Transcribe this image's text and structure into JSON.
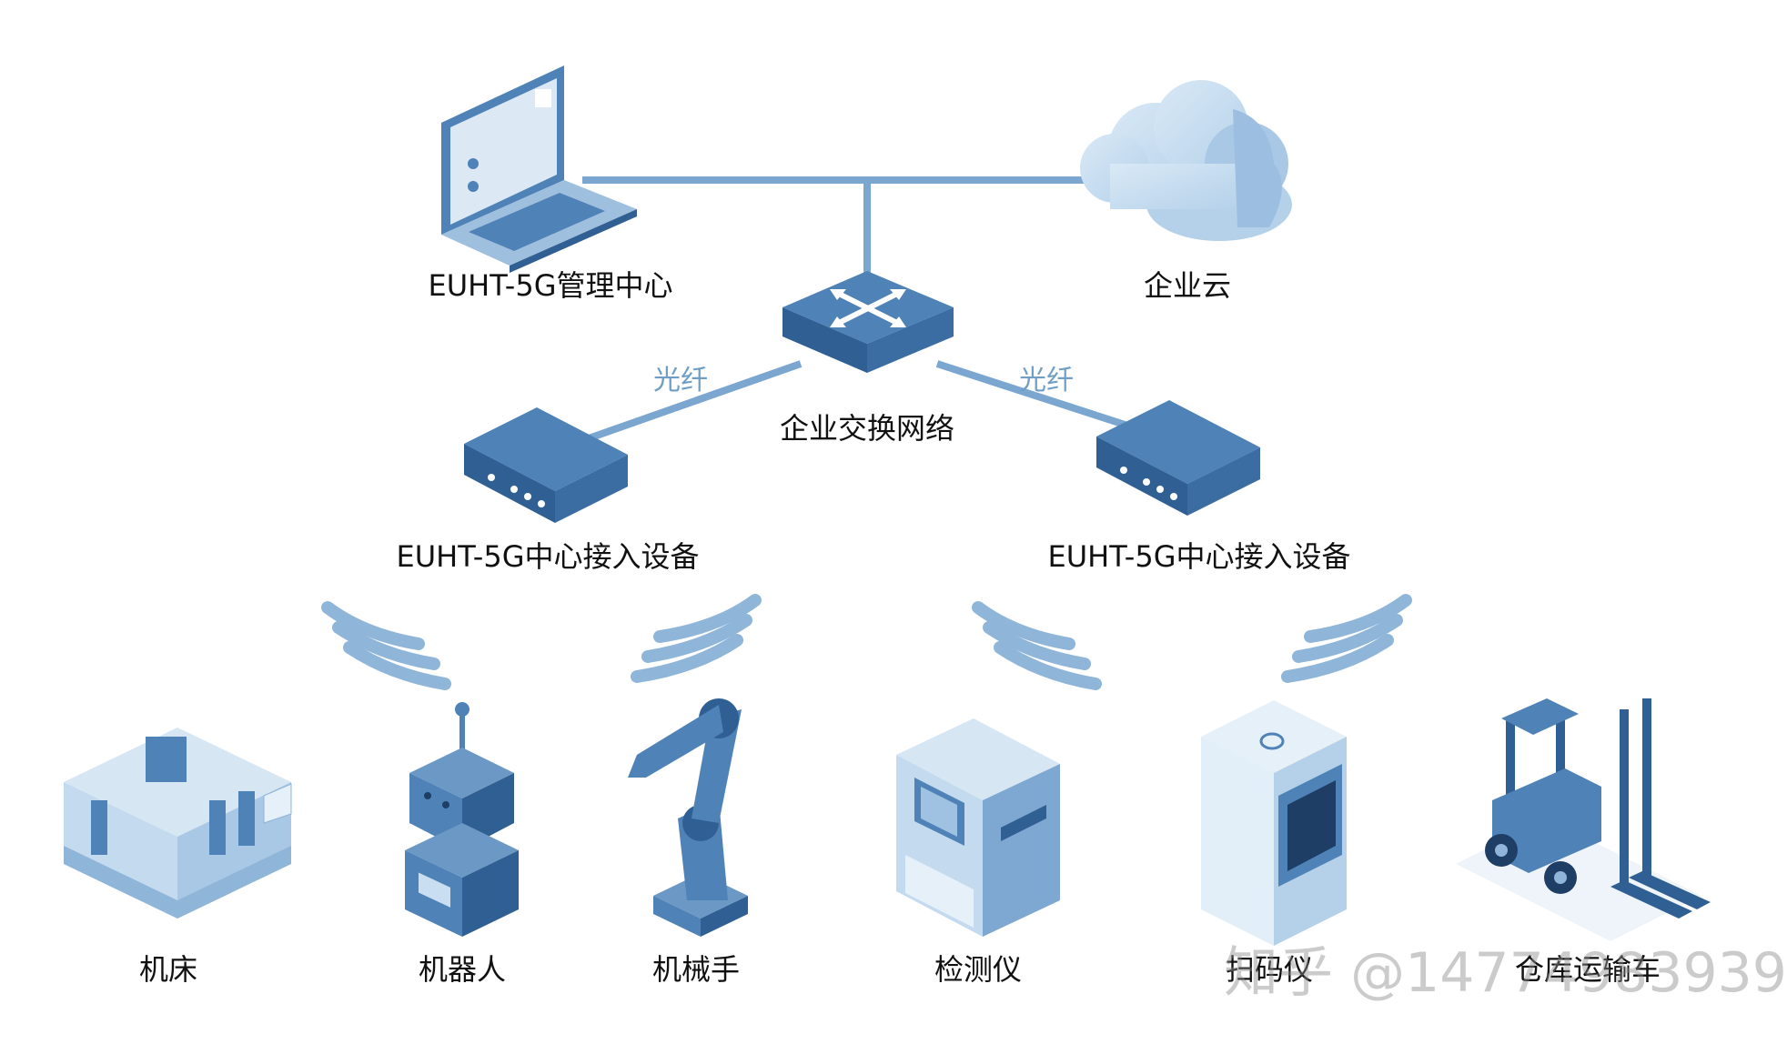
{
  "hub": {
    "mgmt_label": "EUHT-5G管理中心",
    "cloud_label": "企业云",
    "switch_label": "企业交换网络"
  },
  "links": {
    "fiber_left": "光纤",
    "fiber_right": "光纤"
  },
  "access": {
    "left_label": "EUHT-5G中心接入设备",
    "right_label": "EUHT-5G中心接入设备"
  },
  "terminals": [
    {
      "label": "机床"
    },
    {
      "label": "机器人"
    },
    {
      "label": "机械手"
    },
    {
      "label": "检测仪"
    },
    {
      "label": "扫码仪"
    },
    {
      "label": "仓库运输车"
    }
  ],
  "watermark": "知乎 @14774983939",
  "colors": {
    "link": "#7aa6cf",
    "dark": "#2f5f93",
    "mid": "#4f82b7",
    "light": "#c9def0",
    "wave": "#8fb5d9"
  }
}
